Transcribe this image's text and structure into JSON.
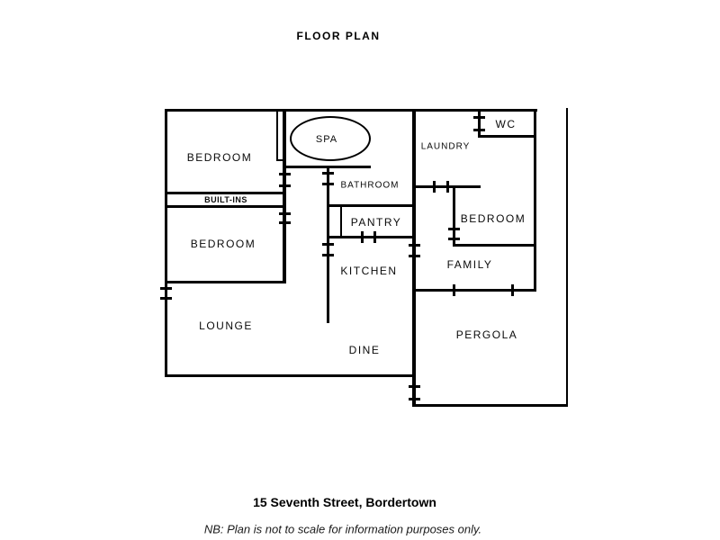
{
  "title": "FLOOR PLAN",
  "rooms": {
    "bedroom1": "BEDROOM",
    "builtins": "BUILT-INS",
    "bedroom2": "BEDROOM",
    "spa": "SPA",
    "bathroom": "BATHROOM",
    "pantry": "PANTRY",
    "kitchen": "KITCHEN",
    "laundry": "LAUNDRY",
    "wc": "WC",
    "bedroom3": "BEDROOM",
    "family": "FAMILY",
    "lounge": "LOUNGE",
    "dine": "DINE",
    "pergola": "PERGOLA"
  },
  "footer": {
    "address": "15 Seventh Street, Bordertown",
    "note": "NB: Plan is not to scale for information purposes only."
  }
}
